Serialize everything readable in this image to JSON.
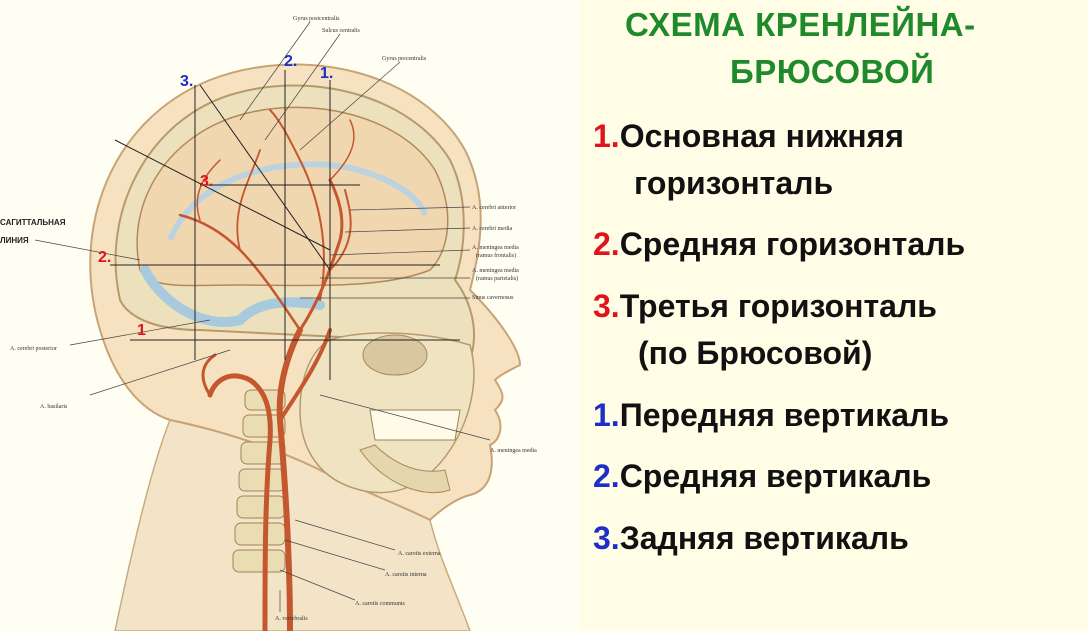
{
  "title": {
    "line1": "СХЕМА КРЕНЛЕЙНА-",
    "line2": "БРЮСОВОЙ"
  },
  "legend": [
    {
      "num": "1.",
      "color": "#e0141c",
      "text": "Основная нижняя",
      "continuation": "горизонталь"
    },
    {
      "num": "2.",
      "color": "#e0141c",
      "text": "Средняя горизонталь"
    },
    {
      "num": "3.",
      "color": "#e0141c",
      "text": "Третья горизонталь",
      "continuation": "(по Брюсовой)"
    },
    {
      "num": "1.",
      "color": "#1d2ec9",
      "text": "Передняя вертикаль"
    },
    {
      "num": "2.",
      "color": "#1d2ec9",
      "text": "Средняя вертикаль"
    },
    {
      "num": "3.",
      "color": "#1d2ec9",
      "text": "Задняя вертикаль"
    }
  ],
  "diagram": {
    "sagittal_label": [
      "САГИТТАЛЬНАЯ",
      "ЛИНИЯ"
    ],
    "vertical_markers": [
      "3.",
      "2.",
      "1."
    ],
    "horizontal_markers": [
      "3.",
      "2.",
      "1"
    ],
    "labels_top": [
      "Gyrus postcentralis",
      "Sulcus centralis",
      "Gyrus precentralis"
    ],
    "labels_right": [
      "A. cerebri anterior",
      "A. cerebri media",
      "A. meningea media",
      "(ramus frontalis)",
      "A. meningea media",
      "(ramus parietalis)",
      "Sinus cavernosus",
      "A. meningea media"
    ],
    "labels_left": [
      "A. cerebri posterior",
      "A. basilaris"
    ],
    "labels_bottom": [
      "A. carotis externa",
      "A. carotis interna",
      "A. carotis communis",
      "A. vertebralis"
    ]
  }
}
